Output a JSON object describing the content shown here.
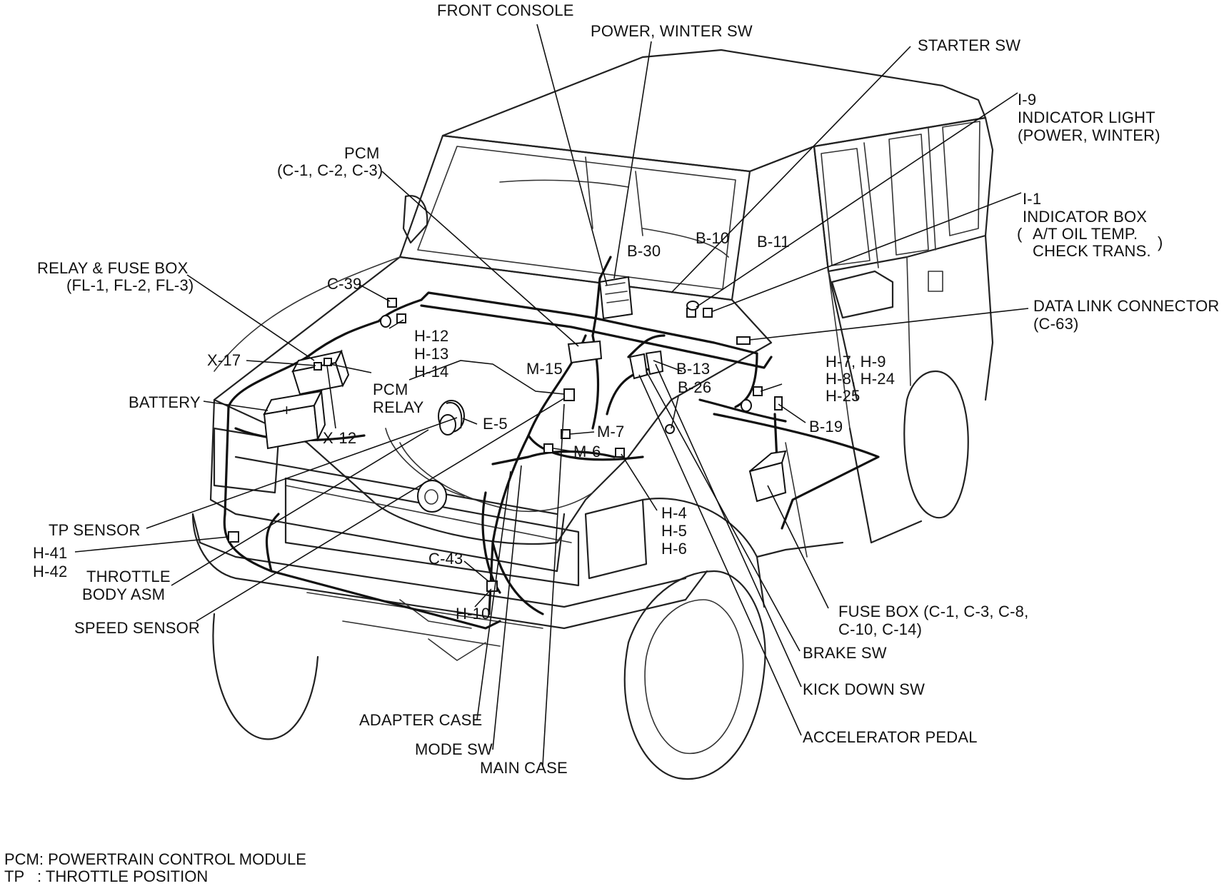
{
  "labels": {
    "front_console": "FRONT CONSOLE",
    "power_winter_sw": "POWER, WINTER SW",
    "starter_sw": "STARTER SW",
    "i9_id": "I-9",
    "i9_line1": "INDICATOR LIGHT",
    "i9_line2": "(POWER, WINTER)",
    "pcm_line1": "PCM",
    "pcm_line2": "(C-1, C-2, C-3)",
    "i1_id": "I-1",
    "i1_line1": "INDICATOR BOX",
    "i1_line2": "A/T OIL TEMP.",
    "i1_line3": "CHECK TRANS.",
    "b30": "B-30",
    "b10": "B-10",
    "b11": "B-11",
    "relay_fuse_line1": "RELAY & FUSE BOX",
    "relay_fuse_line2": "(FL-1, FL-2, FL-3)",
    "c39": "C-39",
    "data_link_line1": "DATA LINK CONNECTOR",
    "data_link_line2": "(C-63)",
    "h12": "H-12",
    "h13": "H-13",
    "h14": "H-14",
    "x17": "X-17",
    "m15": "M-15",
    "b13": "B-13",
    "h7_h9": "H-7, H-9",
    "h8_h24": "H-8, H-24",
    "h25": "H-25",
    "pcm_relay_line1": "PCM",
    "pcm_relay_line2": "RELAY",
    "b26": "B-26",
    "battery": "BATTERY",
    "b19": "B-19",
    "e5": "E-5",
    "x12": "X-12",
    "m7": "M-7",
    "m6": "M-6",
    "tp_sensor": "TP SENSOR",
    "h4": "H-4",
    "h5": "H-5",
    "h6": "H-6",
    "h41": "H-41",
    "h42": "H-42",
    "throttle_line1": "THROTTLE",
    "throttle_line2": "BODY ASM",
    "c43": "C-43",
    "speed_sensor": "SPEED SENSOR",
    "h10": "H-10",
    "fuse_box_line1": "FUSE BOX (C-1, C-3, C-8,",
    "fuse_box_line2": "C-10, C-14)",
    "brake_sw": "BRAKE SW",
    "kick_down_sw": "KICK DOWN SW",
    "adapter_case": "ADAPTER CASE",
    "accelerator_pedal": "ACCELERATOR PEDAL",
    "mode_sw": "MODE SW",
    "main_case": "MAIN CASE"
  },
  "legend": {
    "pcm": "PCM: POWERTRAIN CONTROL MODULE",
    "tp": "TP   : THROTTLE POSITION"
  }
}
